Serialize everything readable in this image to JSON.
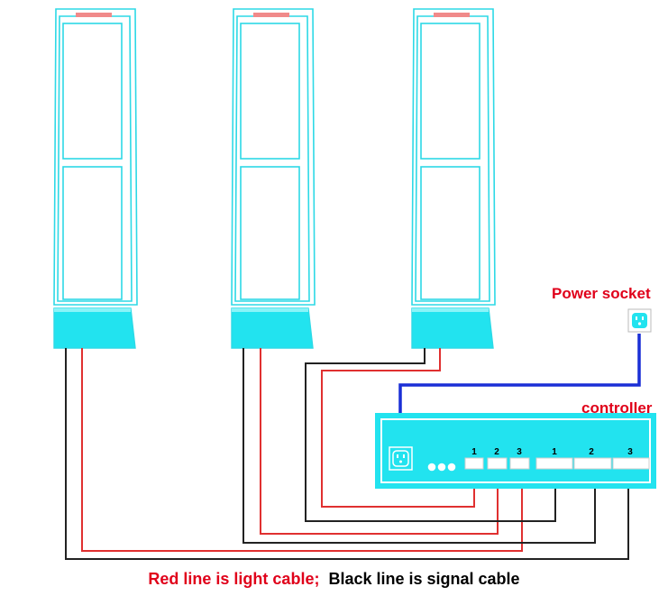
{
  "labels": {
    "power_socket": "Power socket",
    "controller": "controller",
    "red_caption": "Red line is light cable;",
    "black_caption": "Black line is signal cable"
  },
  "controller": {
    "light_ports": [
      "1",
      "2",
      "3"
    ],
    "signal_ports": [
      "1",
      "2",
      "3"
    ]
  },
  "colors": {
    "antenna": "#2dd9e6",
    "antenna_base": "#22e3ef",
    "top_light": "#f08a8a",
    "controller_fill": "#22e3ef",
    "light_cable": "#e03030",
    "signal_cable": "#222222",
    "power_cable": "#1a2fd6",
    "label_red": "#e0001a",
    "label_black": "#000000"
  }
}
